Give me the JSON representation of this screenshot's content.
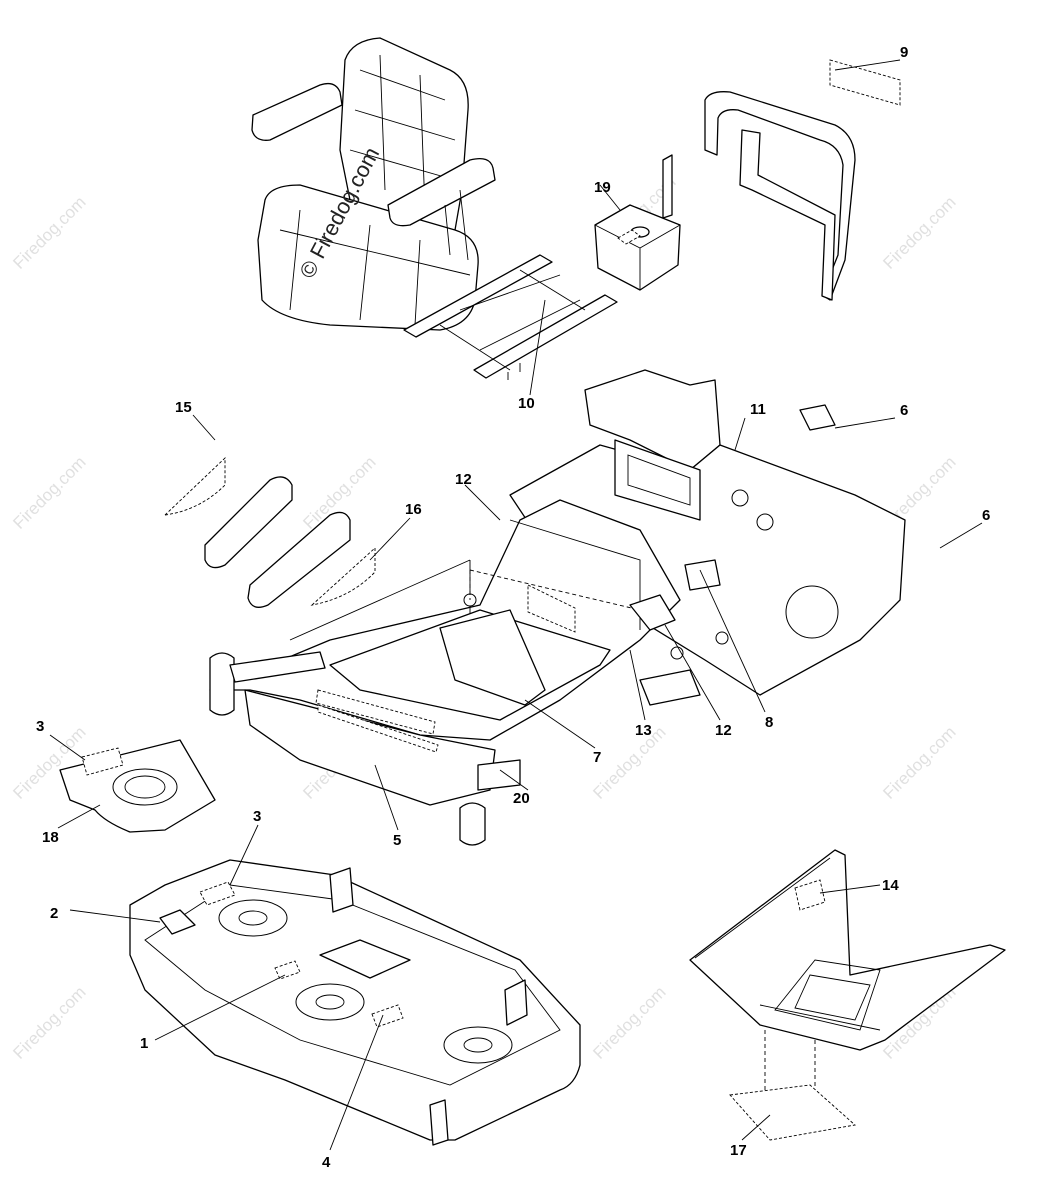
{
  "watermark": {
    "text": "Firedog.com",
    "copyright_text": "© Firedog.com"
  },
  "callouts": {
    "c1": "1",
    "c2": "2",
    "c3a": "3",
    "c3b": "3",
    "c4": "4",
    "c5": "5",
    "c6a": "6",
    "c6b": "6",
    "c7": "7",
    "c8": "8",
    "c9": "9",
    "c10": "10",
    "c11": "11",
    "c12a": "12",
    "c12b": "12",
    "c13": "13",
    "c14": "14",
    "c15": "15",
    "c16": "16",
    "c17": "17",
    "c18": "18",
    "c19": "19",
    "c20": "20"
  }
}
